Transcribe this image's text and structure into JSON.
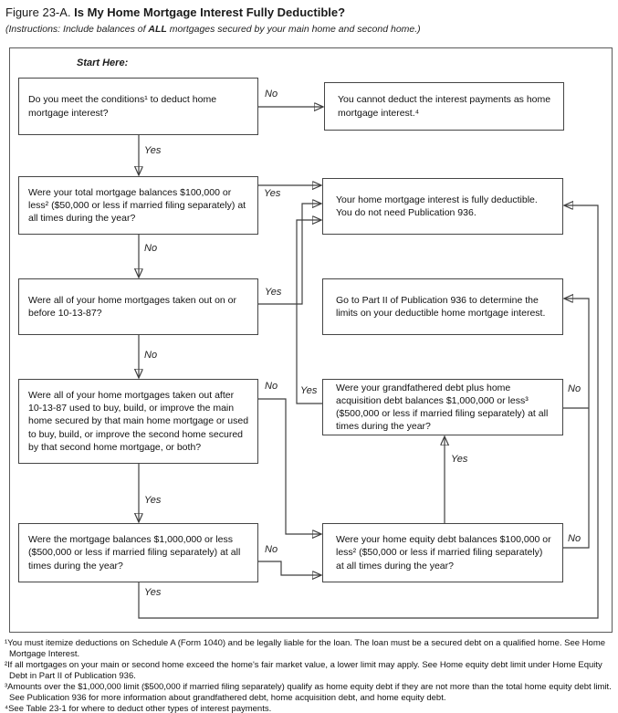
{
  "title": {
    "prefix": "Figure 23-A.",
    "main": "Is My Home Mortgage Interest Fully Deductible?"
  },
  "instructions": {
    "pre": "(Instructions: Include balances of ",
    "emphasis": "ALL",
    "post": " mortgages secured by your main home and second home.)"
  },
  "start_label": "Start Here:",
  "labels": {
    "yes": "Yes",
    "no": "No"
  },
  "boxes": {
    "start_question": "Do you meet the conditions¹ to deduct home mortgage interest?",
    "cannot_deduct": "You cannot deduct the interest payments as home mortgage interest.⁴",
    "q_total_100k": "Were your total mortgage balances $100,000 or less² ($50,000 or less if married filing separately) at all times during the year?",
    "fully_deductible": "Your home mortgage interest is fully deductible. You do not need Publication 936.",
    "q_before_101387": "Were all of your home mortgages taken out on or before 10-13-87?",
    "go_part2": "Go to Part II of Publication 936 to determine the limits on your deductible home mortgage interest.",
    "q_after_101387": "Were all of your home mortgages taken out after 10-13-87 used to buy, build, or improve the main home secured by that main home mortgage or used to buy, build, or improve the second home secured by that second home mortgage, or both?",
    "q_grandfathered": "Were your grandfathered debt plus home acquisition debt balances $1,000,000 or less³ ($500,000 or less if married filing separately) at all times during the year?",
    "q_balances_1m": "Were the mortgage balances $1,000,000 or less ($500,000 or less if married filing separately) at all times during the year?",
    "q_home_equity_100k": "Were your home equity debt balances $100,000 or less² ($50,000 or less if married filing separately) at all times during the year?"
  },
  "footnotes": [
    "¹You must itemize deductions on Schedule A (Form 1040) and be legally liable for the loan. The loan must be a secured debt on a qualified home. See Home Mortgage Interest.",
    "²If all mortgages on your main or second home exceed the home's fair market value, a lower limit may apply. See Home equity debt limit under Home Equity Debt in Part II of Publication 936.",
    "³Amounts over the $1,000,000 limit ($500,000 if married filing separately) qualify as home equity debt if they are not more than the total home equity debt limit. See Publication 936 for more information about grandfathered debt, home acquisition debt, and home equity debt.",
    "⁴See Table 23-1 for where to deduct other types of interest payments."
  ],
  "colors": {
    "line": "#3f3f3f",
    "text": "#111111",
    "background": "#ffffff"
  }
}
